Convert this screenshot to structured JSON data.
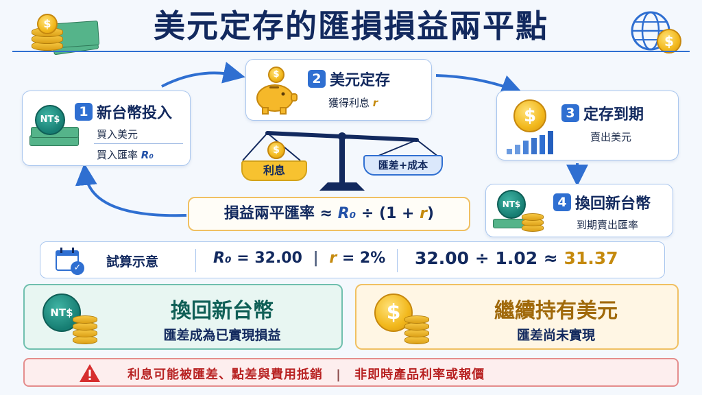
{
  "title": "美元定存的匯損損益兩平點",
  "steps": [
    {
      "num": "1",
      "title": "新台幣投入",
      "line1": "買入美元",
      "line2_prefix": "買入匯率",
      "line2_var": "R₀"
    },
    {
      "num": "2",
      "title": "美元定存",
      "line1_prefix": "獲得利息",
      "line1_var": "r"
    },
    {
      "num": "3",
      "title": "定存到期",
      "line1": "賣出美元"
    },
    {
      "num": "4",
      "title": "換回新台幣",
      "line1": "到期賣出匯率"
    }
  ],
  "scale": {
    "left_label": "利息",
    "right_label": "匯差+成本"
  },
  "formula": {
    "text": "損益兩平匯率 ≈ ",
    "r0": "R₀",
    "mid": " ÷ (1 + ",
    "r": "r",
    "end": ")"
  },
  "calc": {
    "label": "試算示意",
    "r0_var": "R₀",
    "r0_value": " = 32.00",
    "sep": "|",
    "r_var": "r",
    "r_value": " = 2%",
    "expr": "32.00 ÷ 1.02 ≈ ",
    "result": "31.37"
  },
  "outcomes": [
    {
      "title": "換回新台幣",
      "sub": "匯差成為已實現損益"
    },
    {
      "title": "繼續持有美元",
      "sub": "匯差尚未實現"
    }
  ],
  "warning": {
    "text": "利息可能被匯差、點差與費用抵銷",
    "sep": "|",
    "text2": "非即時產品利率或報價"
  },
  "icons": {
    "ntd": "NT$",
    "usd": "$"
  },
  "colors": {
    "accent": "#2f6fd1",
    "gold": "#c58a0e",
    "teal": "#167d72",
    "warn": "#d62e2e"
  }
}
